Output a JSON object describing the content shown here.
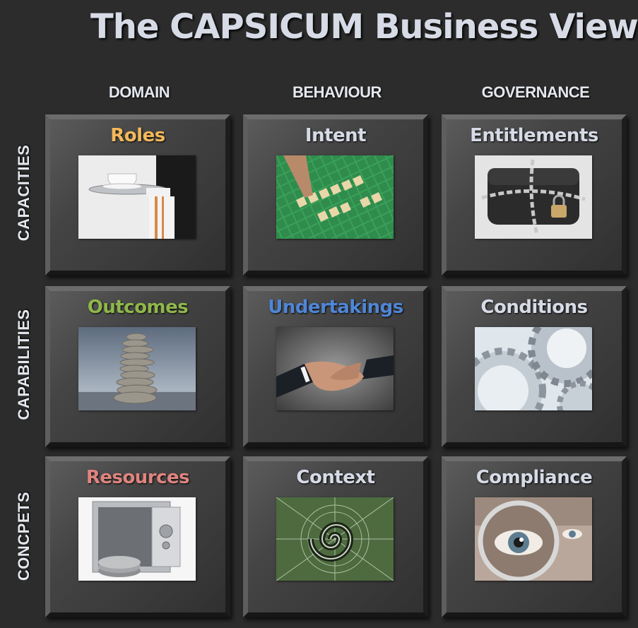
{
  "title": "The CAPSICUM Business View",
  "columns": [
    "DOMAIN",
    "BEHAVIOUR",
    "GOVERNANCE"
  ],
  "rows": [
    "CAPACITIES",
    "CAPABILITIES",
    "CONCPETS"
  ],
  "tiles": [
    {
      "label": "Roles",
      "color": "#f3b85a",
      "image": "serving-tray-image"
    },
    {
      "label": "Intent",
      "color": "#d6dbe6",
      "image": "scrabble-board-image"
    },
    {
      "label": "Entitlements",
      "color": "#d6dbe6",
      "image": "chained-wallet-image"
    },
    {
      "label": "Outcomes",
      "color": "#8fb74a",
      "image": "stacked-stones-image"
    },
    {
      "label": "Undertakings",
      "color": "#4f86d6",
      "image": "handshake-image"
    },
    {
      "label": "Conditions",
      "color": "#d6dbe6",
      "image": "gears-image"
    },
    {
      "label": "Resources",
      "color": "#e0847f",
      "image": "safe-image"
    },
    {
      "label": "Context",
      "color": "#d6dbe6",
      "image": "spider-web-image"
    },
    {
      "label": "Compliance",
      "color": "#d6dbe6",
      "image": "magnifying-glass-image"
    }
  ]
}
